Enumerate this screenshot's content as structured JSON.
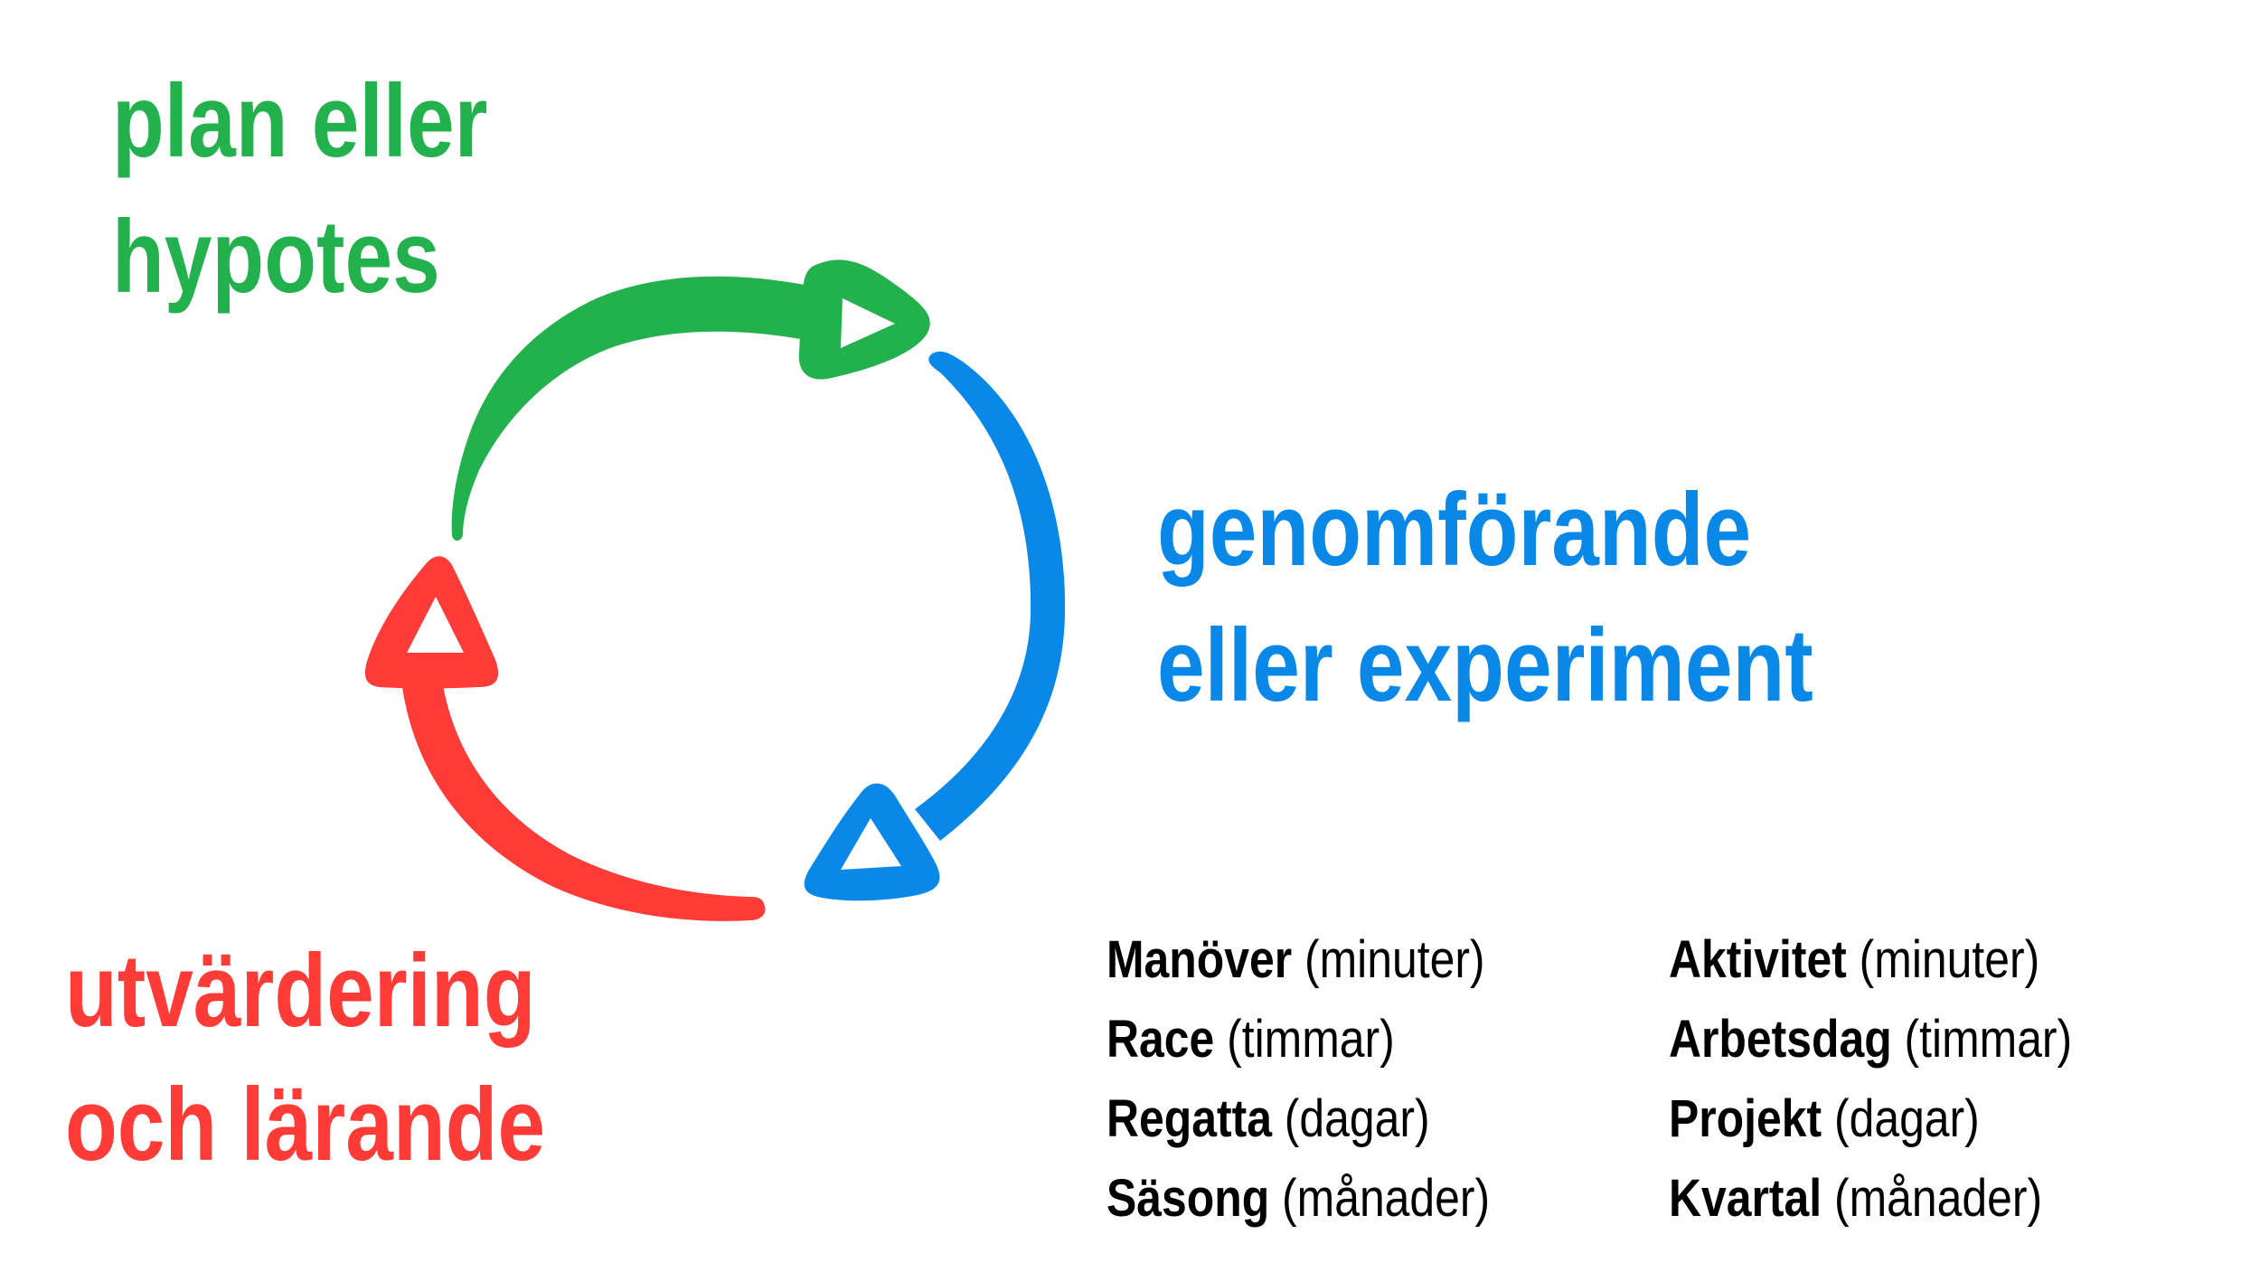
{
  "colors": {
    "plan": "#22b14c",
    "execution": "#0a88e8",
    "evaluation": "#ff3b38",
    "text": "#000000",
    "background": "#ffffff"
  },
  "stages": {
    "plan": {
      "line1": "plan eller",
      "line2": "hypotes"
    },
    "execution": {
      "line1": "genomförande",
      "line2": "eller experiment"
    },
    "evaluation": {
      "line1": "utvärdering",
      "line2": "och lärande"
    }
  },
  "arrows": [
    {
      "from": "plan",
      "to": "execution",
      "icon": "arrow-curved-icon"
    },
    {
      "from": "execution",
      "to": "evaluation",
      "icon": "arrow-curved-icon"
    },
    {
      "from": "evaluation",
      "to": "plan",
      "icon": "arrow-curved-icon"
    }
  ],
  "timescales": {
    "left": [
      {
        "term": "Manöver",
        "unit": "(minuter)"
      },
      {
        "term": "Race",
        "unit": "(timmar)"
      },
      {
        "term": "Regatta",
        "unit": "(dagar)"
      },
      {
        "term": "Säsong",
        "unit": "(månader)"
      }
    ],
    "right": [
      {
        "term": "Aktivitet",
        "unit": "(minuter)"
      },
      {
        "term": "Arbetsdag",
        "unit": "(timmar)"
      },
      {
        "term": "Projekt",
        "unit": "(dagar)"
      },
      {
        "term": "Kvartal",
        "unit": "(månader)"
      }
    ]
  }
}
